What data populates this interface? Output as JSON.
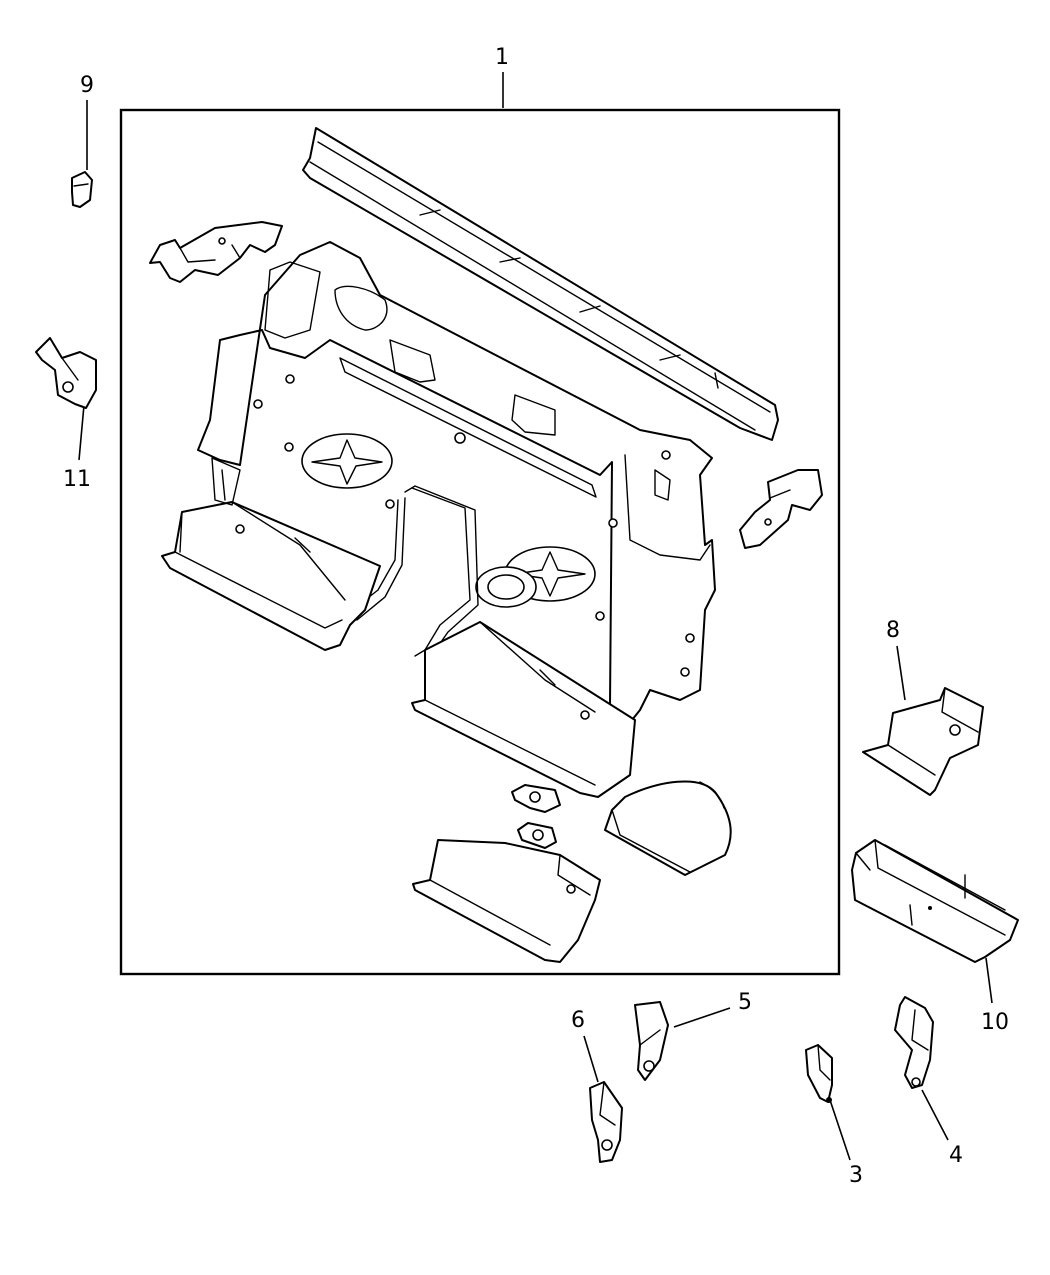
{
  "callouts": [
    {
      "id": "1",
      "text": "1"
    },
    {
      "id": "3",
      "text": "3"
    },
    {
      "id": "4",
      "text": "4"
    },
    {
      "id": "5",
      "text": "5"
    },
    {
      "id": "6",
      "text": "6"
    },
    {
      "id": "8",
      "text": "8"
    },
    {
      "id": "9",
      "text": "9"
    },
    {
      "id": "10",
      "text": "10"
    },
    {
      "id": "11",
      "text": "11"
    }
  ]
}
